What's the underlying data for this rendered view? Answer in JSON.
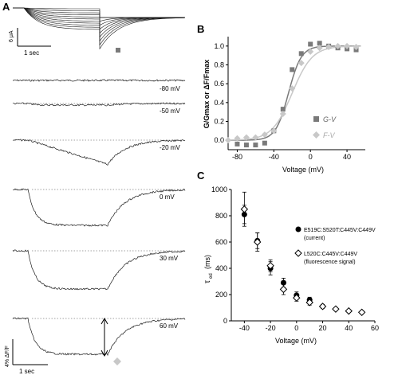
{
  "panel_labels": {
    "a": "A",
    "b": "B",
    "c": "C"
  },
  "current_scale": {
    "label": "6 μA",
    "time": "1 sec"
  },
  "fluor_scale": {
    "label": "4% ΔF/F",
    "time": "1 sec"
  },
  "trace_labels": [
    "-80 mV",
    "-50 mV",
    "-20 mV",
    "0 mV",
    "30 mV",
    "60 mV"
  ],
  "colors": {
    "gv": "#7a7a7a",
    "fv": "#c8c8c8",
    "trace": "#1a1a1a",
    "marker_fill": "#000000"
  },
  "chart_data": [
    {
      "panel": "B",
      "type": "scatter",
      "xlabel": "Voltage (mV)",
      "ylabel": "G/Gmax or ΔF/Fmax",
      "xlim": [
        -90,
        60
      ],
      "ylim": [
        -0.1,
        1.1
      ],
      "xticks": [
        -80,
        -40,
        0,
        40
      ],
      "yticks": [
        0.0,
        0.2,
        0.4,
        0.6,
        0.8,
        1.0
      ],
      "ytick_labels": [
        "0.0",
        "0.2",
        "0.4",
        "0.6",
        "0.8",
        "1.0"
      ],
      "legend_position": "bottom-right",
      "series": [
        {
          "name": "G-V",
          "marker": "square",
          "x": [
            -80,
            -70,
            -60,
            -50,
            -40,
            -30,
            -20,
            -10,
            0,
            10,
            20,
            30,
            40,
            50
          ],
          "y": [
            -0.04,
            -0.05,
            -0.05,
            -0.03,
            0.1,
            0.33,
            0.75,
            0.92,
            1.02,
            1.03,
            1.0,
            0.98,
            0.97,
            0.96
          ],
          "fit_v_half": -24,
          "fit_slope": 7
        },
        {
          "name": "F-V",
          "marker": "diamond",
          "x": [
            -90,
            -80,
            -70,
            -60,
            -50,
            -40,
            -30,
            -20,
            -10,
            0,
            10,
            20,
            30,
            40,
            50
          ],
          "y": [
            0.0,
            0.02,
            0.03,
            0.03,
            0.06,
            0.1,
            0.28,
            0.55,
            0.82,
            0.94,
            0.98,
            0.99,
            1.0,
            1.0,
            0.99
          ],
          "fit_v_half": -20,
          "fit_slope": 11
        }
      ]
    },
    {
      "panel": "C",
      "type": "scatter",
      "xlabel": "Voltage (mV)",
      "ylabel_main": "τ",
      "ylabel_sub": "ed",
      "ylabel_unit": "(ms)",
      "xlim": [
        -50,
        60
      ],
      "ylim": [
        0,
        1000
      ],
      "xticks": [
        -40,
        -20,
        0,
        20,
        40,
        60
      ],
      "yticks": [
        0,
        200,
        400,
        600,
        800,
        1000
      ],
      "legend_position": "right",
      "series": [
        {
          "name": "E519C:S520T:C445V:C449V",
          "label_line2": "(current)",
          "marker": "filled-circle",
          "x": [
            -40,
            -30,
            -20,
            -10,
            0,
            10
          ],
          "y": [
            810,
            610,
            400,
            290,
            195,
            160
          ],
          "err": [
            70,
            60,
            50,
            35,
            25,
            20
          ]
        },
        {
          "name": "L520C:C445V:C449V",
          "label_line2": "(fluorescence signal)",
          "marker": "open-diamond",
          "x": [
            -40,
            -30,
            -20,
            -10,
            0,
            10,
            20,
            30,
            40,
            50
          ],
          "y": [
            850,
            600,
            420,
            240,
            175,
            140,
            110,
            90,
            75,
            65
          ],
          "err": [
            130,
            70,
            45,
            40,
            25,
            20,
            15,
            12,
            10,
            10
          ]
        }
      ]
    }
  ]
}
